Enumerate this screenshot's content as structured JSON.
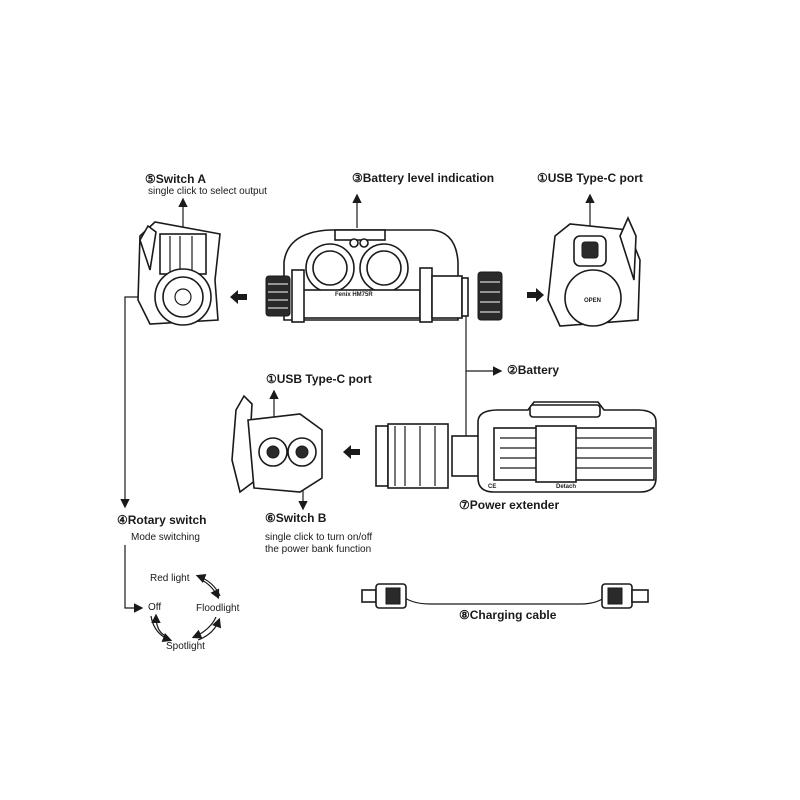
{
  "labels": {
    "switch_a": {
      "title": "⑤Switch A",
      "desc": "single click to select output"
    },
    "battery_indication": {
      "title": "③Battery level indication"
    },
    "usb_top": {
      "title": "①USB Type-C port"
    },
    "battery": {
      "title": "②Battery"
    },
    "usb_bottom": {
      "title": "①USB Type-C port"
    },
    "rotary_switch": {
      "title": "④Rotary switch",
      "desc": "Mode switching"
    },
    "switch_b": {
      "title": "⑥Switch B",
      "desc_line1": "single click to turn on/off",
      "desc_line2": "the power bank function"
    },
    "power_extender": {
      "title": "⑦Power extender"
    },
    "charging_cable": {
      "title": "⑧Charging cable"
    }
  },
  "modes": {
    "red": "Red light",
    "flood": "Floodlight",
    "spot": "Spotlight",
    "off": "Off"
  },
  "product_marks": {
    "brand": "Fenix HM75R",
    "open": "OPEN",
    "detach": "Detach",
    "ce": "CE"
  }
}
